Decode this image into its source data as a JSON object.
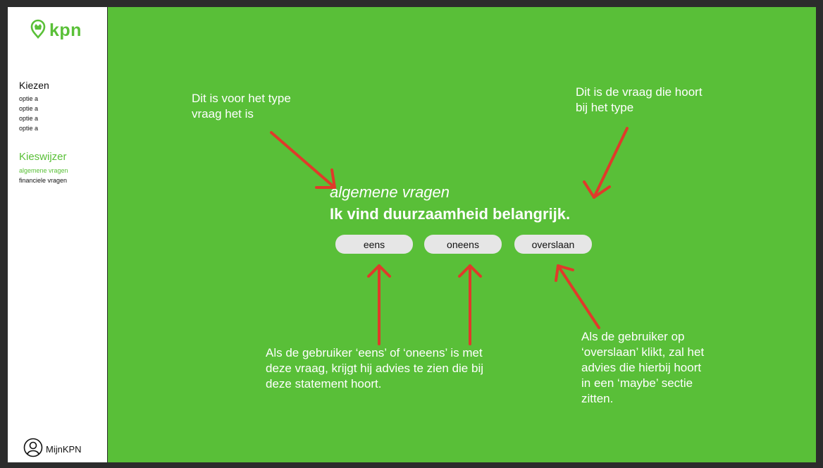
{
  "brand": {
    "logo_text": "kpn",
    "accent": "#5ac038",
    "canvas_bg": "#59bf38"
  },
  "sidebar": {
    "kiezen": {
      "title": "Kiezen",
      "items": [
        "optie a",
        "optie a",
        "optie a",
        "optie a"
      ]
    },
    "kieswijzer": {
      "title": "Kieswijzer",
      "items": [
        "algemene vragen",
        "financiele vragen"
      ],
      "active_index": 0
    },
    "account_label": "MijnKPN"
  },
  "question": {
    "type": "algemene vragen",
    "text": "Ik vind duurzaamheid belangrijk.",
    "buttons": {
      "agree": "eens",
      "disagree": "oneens",
      "skip": "overslaan"
    }
  },
  "annotations": {
    "type_note": "Dit is voor het type\nvraag het is",
    "question_note": "Dit is de vraag die hoort\nbij het type",
    "answer_note": "Als de gebruiker ‘eens’ of ‘oneens’ is met\ndeze vraag, krijgt hij advies te zien die bij\ndeze statement hoort.",
    "skip_note": "Als de gebruiker op\n‘overslaan’ klikt, zal het\nadvies die hierbij hoort\nin een ‘maybe’ sectie\nzitten.",
    "arrow_color": "#e03a2a"
  },
  "icons": [
    "kpn-logo-icon",
    "account-icon"
  ]
}
